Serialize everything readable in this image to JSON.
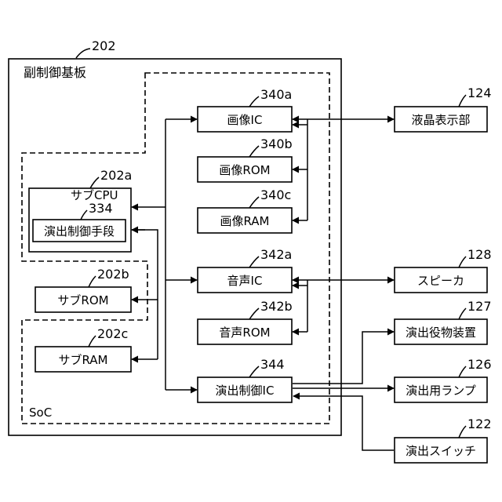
{
  "board": {
    "ref": "202",
    "title": "副制御基板",
    "soc_label": "SoC"
  },
  "sub_cpu": {
    "ref": "202a",
    "label": "サブCPU",
    "means_ref": "334",
    "means_label": "演出制御手段"
  },
  "sub_rom": {
    "ref": "202b",
    "label": "サブROM"
  },
  "sub_ram": {
    "ref": "202c",
    "label": "サブRAM"
  },
  "image_ic": {
    "ref": "340a",
    "label": "画像IC"
  },
  "image_rom": {
    "ref": "340b",
    "label": "画像ROM"
  },
  "image_ram": {
    "ref": "340c",
    "label": "画像RAM"
  },
  "sound_ic": {
    "ref": "342a",
    "label": "音声IC"
  },
  "sound_rom": {
    "ref": "342b",
    "label": "音声ROM"
  },
  "effect_ic": {
    "ref": "344",
    "label": "演出制御IC"
  },
  "lcd": {
    "ref": "124",
    "label": "液晶表示部"
  },
  "speaker": {
    "ref": "128",
    "label": "スピーカ"
  },
  "effect_device": {
    "ref": "127",
    "label": "演出役物装置"
  },
  "effect_lamp": {
    "ref": "126",
    "label": "演出用ランプ"
  },
  "effect_switch": {
    "ref": "122",
    "label": "演出スイッチ"
  }
}
